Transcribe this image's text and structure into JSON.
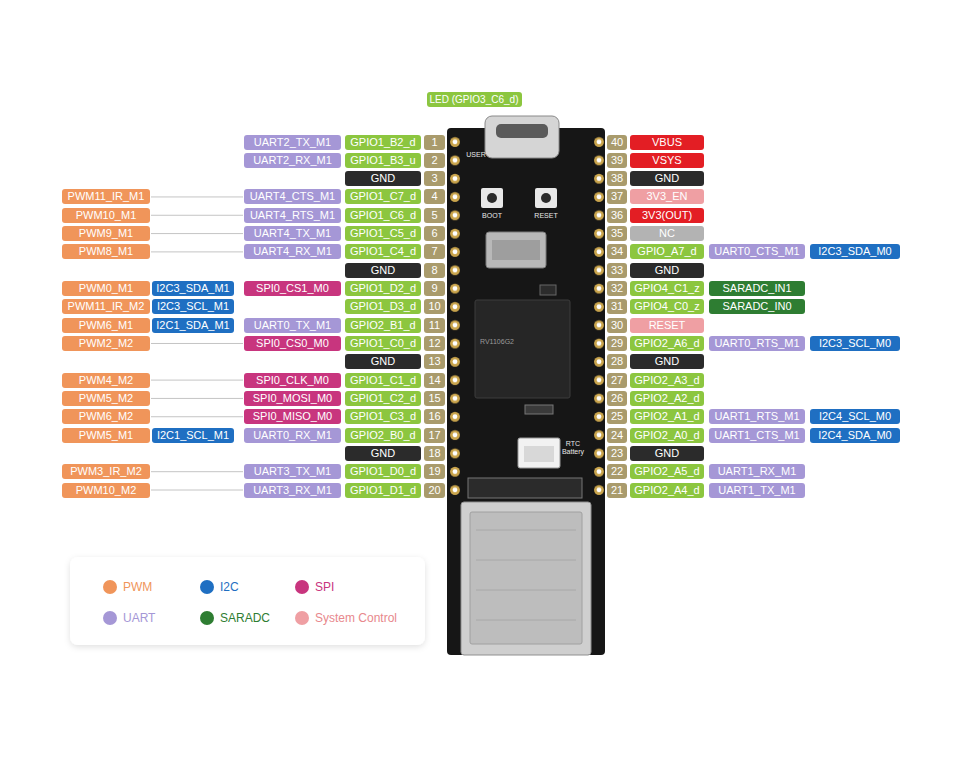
{
  "diagram": {
    "nodes": [
      {
        "text": [
          "LED (GPIO3_C6_d)"
        ]
      },
      {
        "text": [
          "UART2_TX_M1"
        ]
      },
      {
        "text": [
          "GPIO1_B2_d"
        ]
      },
      {
        "text": [
          "1"
        ]
      },
      {
        "text": [
          "40"
        ]
      },
      {
        "text": [
          "VBUS"
        ]
      },
      {
        "text": [
          "UART2_RX_M1"
        ]
      },
      {
        "text": [
          "GPIO1_B3_u"
        ]
      },
      {
        "text": [
          "2"
        ]
      },
      {
        "text": [
          "39"
        ]
      },
      {
        "text": [
          "VSYS"
        ]
      },
      {
        "text": [
          "GND"
        ]
      },
      {
        "text": [
          "3"
        ]
      },
      {
        "text": [
          "38"
        ]
      },
      {
        "text": [
          "GND"
        ]
      },
      {
        "text": [
          "PWM11_IR_M1"
        ]
      },
      {
        "text": [
          "UART4_CTS_M1"
        ]
      },
      {
        "text": [
          "GPIO1_C7_d"
        ]
      },
      {
        "text": [
          "4"
        ]
      },
      {
        "text": [
          "37"
        ]
      },
      {
        "text": [
          "3V3_EN"
        ]
      },
      {
        "text": [
          "PWM10_M1"
        ]
      },
      {
        "text": [
          "UART4_RTS_M1"
        ]
      },
      {
        "text": [
          "GPIO1_C6_d"
        ]
      },
      {
        "text": [
          "5"
        ]
      },
      {
        "text": [
          "36"
        ]
      },
      {
        "text": [
          "3V3(OUT)"
        ]
      },
      {
        "text": [
          "PWM9_M1"
        ]
      },
      {
        "text": [
          "UART4_TX_M1"
        ]
      },
      {
        "text": [
          "GPIO1_C5_d"
        ]
      },
      {
        "text": [
          "6"
        ]
      },
      {
        "text": [
          "35"
        ]
      },
      {
        "text": [
          "NC"
        ]
      },
      {
        "text": [
          "PWM8_M1"
        ]
      },
      {
        "text": [
          "UART4_RX_M1"
        ]
      },
      {
        "text": [
          "GPIO1_C4_d"
        ]
      },
      {
        "text": [
          "7"
        ]
      },
      {
        "text": [
          "34"
        ]
      },
      {
        "text": [
          "GPIO_A7_d"
        ]
      },
      {
        "text": [
          "UART0_CTS_M1"
        ]
      },
      {
        "text": [
          "I2C3_SDA_M0"
        ]
      },
      {
        "text": [
          "GND"
        ]
      },
      {
        "text": [
          "8"
        ]
      },
      {
        "text": [
          "33"
        ]
      },
      {
        "text": [
          "GND"
        ]
      },
      {
        "text": [
          "PWM0_M1"
        ]
      },
      {
        "text": [
          "I2C3_SDA_M1"
        ]
      },
      {
        "text": [
          "SPI0_CS1_M0"
        ]
      },
      {
        "text": [
          "GPIO1_D2_d"
        ]
      },
      {
        "text": [
          "9"
        ]
      },
      {
        "text": [
          "32"
        ]
      },
      {
        "text": [
          "GPIO4_C1_z"
        ]
      },
      {
        "text": [
          "SARADC_IN1"
        ]
      },
      {
        "text": [
          "PWM11_IR_M2"
        ]
      },
      {
        "text": [
          "I2C3_SCL_M1"
        ]
      },
      {
        "text": [
          "GPIO1_D3_d"
        ]
      },
      {
        "text": [
          "10"
        ]
      },
      {
        "text": [
          "31"
        ]
      },
      {
        "text": [
          "GPIO4_C0_z"
        ]
      },
      {
        "text": [
          "SARADC_IN0"
        ]
      },
      {
        "text": [
          "PWM6_M1"
        ]
      },
      {
        "text": [
          "I2C1_SDA_M1"
        ]
      },
      {
        "text": [
          "UART0_TX_M1"
        ]
      },
      {
        "text": [
          "GPIO2_B1_d"
        ]
      },
      {
        "text": [
          "11"
        ]
      },
      {
        "text": [
          "30"
        ]
      },
      {
        "text": [
          "RESET"
        ]
      },
      {
        "text": [
          "PWM2_M2"
        ]
      },
      {
        "text": [
          "SPI0_CS0_M0"
        ]
      },
      {
        "text": [
          "GPIO1_C0_d"
        ]
      },
      {
        "text": [
          "12"
        ]
      },
      {
        "text": [
          "29"
        ]
      },
      {
        "text": [
          "GPIO2_A6_d"
        ]
      },
      {
        "text": [
          "UART0_RTS_M1"
        ]
      },
      {
        "text": [
          "I2C3_SCL_M0"
        ]
      },
      {
        "text": [
          "GND"
        ]
      },
      {
        "text": [
          "13"
        ]
      },
      {
        "text": [
          "28"
        ]
      },
      {
        "text": [
          "GND"
        ]
      },
      {
        "text": [
          "PWM4_M2"
        ]
      },
      {
        "text": [
          "SPI0_CLK_M0"
        ]
      },
      {
        "text": [
          "GPIO1_C1_d"
        ]
      },
      {
        "text": [
          "14"
        ]
      },
      {
        "text": [
          "27"
        ]
      },
      {
        "text": [
          "GPIO2_A3_d"
        ]
      },
      {
        "text": [
          "PWM5_M2"
        ]
      },
      {
        "text": [
          "SPI0_MOSI_M0"
        ]
      },
      {
        "text": [
          "GPIO1_C2_d"
        ]
      },
      {
        "text": [
          "15"
        ]
      },
      {
        "text": [
          "26"
        ]
      },
      {
        "text": [
          "GPIO2_A2_d"
        ]
      },
      {
        "text": [
          "PWM6_M2"
        ]
      },
      {
        "text": [
          "SPI0_MISO_M0"
        ]
      },
      {
        "text": [
          "GPIO1_C3_d"
        ]
      },
      {
        "text": [
          "16"
        ]
      },
      {
        "text": [
          "25"
        ]
      },
      {
        "text": [
          "GPIO2_A1_d"
        ]
      },
      {
        "text": [
          "UART1_RTS_M1"
        ]
      },
      {
        "text": [
          "I2C4_SCL_M0"
        ]
      },
      {
        "text": [
          "PWM5_M1"
        ]
      },
      {
        "text": [
          "I2C1_SCL_M1"
        ]
      },
      {
        "text": [
          "UART0_RX_M1"
        ]
      },
      {
        "text": [
          "GPIO2_B0_d"
        ]
      },
      {
        "text": [
          "17"
        ]
      },
      {
        "text": [
          "24"
        ]
      },
      {
        "text": [
          "GPIO2_A0_d"
        ]
      },
      {
        "text": [
          "UART1_CTS_M1"
        ]
      },
      {
        "text": [
          "I2C4_SDA_M0"
        ]
      },
      {
        "text": [
          "GND"
        ]
      },
      {
        "text": [
          "18"
        ]
      },
      {
        "text": [
          "23"
        ]
      },
      {
        "text": [
          "GND"
        ]
      },
      {
        "text": [
          "PWM3_IR_M2"
        ]
      },
      {
        "text": [
          "UART3_TX_M1"
        ]
      },
      {
        "text": [
          "GPIO1_D0_d"
        ]
      },
      {
        "text": [
          "19"
        ]
      },
      {
        "text": [
          "22"
        ]
      },
      {
        "text": [
          "GPIO2_A5_d"
        ]
      },
      {
        "text": [
          "UART1_RX_M1"
        ]
      },
      {
        "text": [
          "PWM10_M2"
        ]
      },
      {
        "text": [
          "UART3_RX_M1"
        ]
      },
      {
        "text": [
          "GPIO1_D1_d"
        ]
      },
      {
        "text": [
          "20"
        ]
      },
      {
        "text": [
          "21"
        ]
      },
      {
        "text": [
          "GPIO2_A4_d"
        ]
      },
      {
        "text": [
          "UART1_TX_M1"
        ]
      }
    ],
    "edges": [
      {
        "from": 15,
        "to": 16,
        "arrow": "none"
      },
      {
        "from": 21,
        "to": 22,
        "arrow": "none"
      },
      {
        "from": 27,
        "to": 28,
        "arrow": "none"
      },
      {
        "from": 33,
        "to": 34,
        "arrow": "none"
      },
      {
        "from": 67,
        "to": 68,
        "arrow": "none"
      },
      {
        "from": 79,
        "to": 80,
        "arrow": "none"
      },
      {
        "from": 85,
        "to": 86,
        "arrow": "none"
      },
      {
        "from": 91,
        "to": 92,
        "arrow": "none"
      },
      {
        "from": 112,
        "to": 113,
        "arrow": "none"
      },
      {
        "from": 119,
        "to": 120,
        "arrow": "none"
      }
    ],
    "labels": [
      "USER",
      "BOOT",
      "RESET",
      "RTC Battery",
      "RV1106G2"
    ],
    "legend": [
      {
        "text": "PWM",
        "color": "#f0955a"
      },
      {
        "text": "I2C",
        "color": "#1f6fc2"
      },
      {
        "text": "SPI",
        "color": "#c8357e"
      },
      {
        "text": "UART",
        "color": "#a597d6"
      },
      {
        "text": "SARADC",
        "color": "#2e7d32"
      },
      {
        "text": "System Control",
        "color": "#ef9fa3"
      }
    ]
  }
}
